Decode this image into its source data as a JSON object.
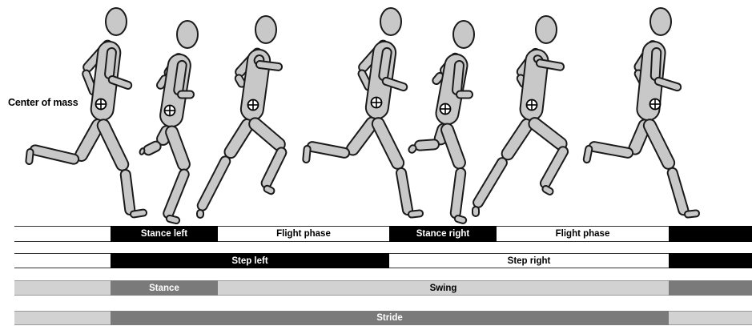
{
  "figure": {
    "center_of_mass_label": "Center of mass"
  },
  "timeline": {
    "phase_row": {
      "stance_left": "Stance left",
      "flight_phase_1": "Flight phase",
      "stance_right": "Stance right",
      "flight_phase_2": "Flight phase"
    },
    "step_row": {
      "step_left": "Step left",
      "step_right": "Step right"
    },
    "leg_row": {
      "stance": "Stance",
      "swing": "Swing"
    },
    "stride_row": {
      "stride": "Stride"
    }
  },
  "colors": {
    "figure_fill": "#c8c8c8",
    "figure_stroke": "#1a1a1a",
    "bar_black": "#000000",
    "bar_light_gray": "#d2d2d2",
    "bar_dark_gray": "#7a7a7a"
  }
}
